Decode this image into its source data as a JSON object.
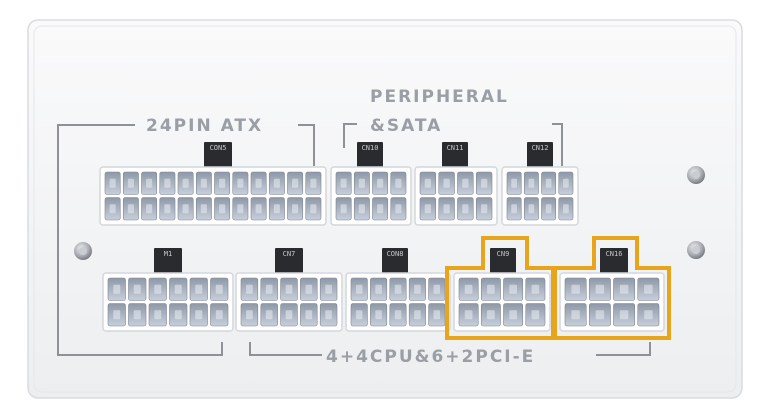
{
  "labels": {
    "atx": "24PIN ATX",
    "peripheral_line1": "PERIPHERAL",
    "peripheral_line2": "&SATA",
    "cpu_pcie": "4+4CPU&6+2PCI-E"
  },
  "socket_tabs": {
    "atx": "CON5",
    "periph_1": "CN10",
    "periph_2": "CN11",
    "periph_3": "CN12",
    "cpu_1": "M1",
    "cpu_2": "CN7",
    "cpu_3": "CON8",
    "pcie_1": "CN9",
    "pcie_2": "CN16"
  },
  "colors": {
    "panel": "#f2f2f4",
    "bracket_line": "#8e9298",
    "label_text": "#9a9ea5",
    "connector_housing": "#ffffff",
    "connector_pin": "#b9c2cf",
    "tab": "#2a2b2e",
    "highlight": "#e8a51b"
  }
}
